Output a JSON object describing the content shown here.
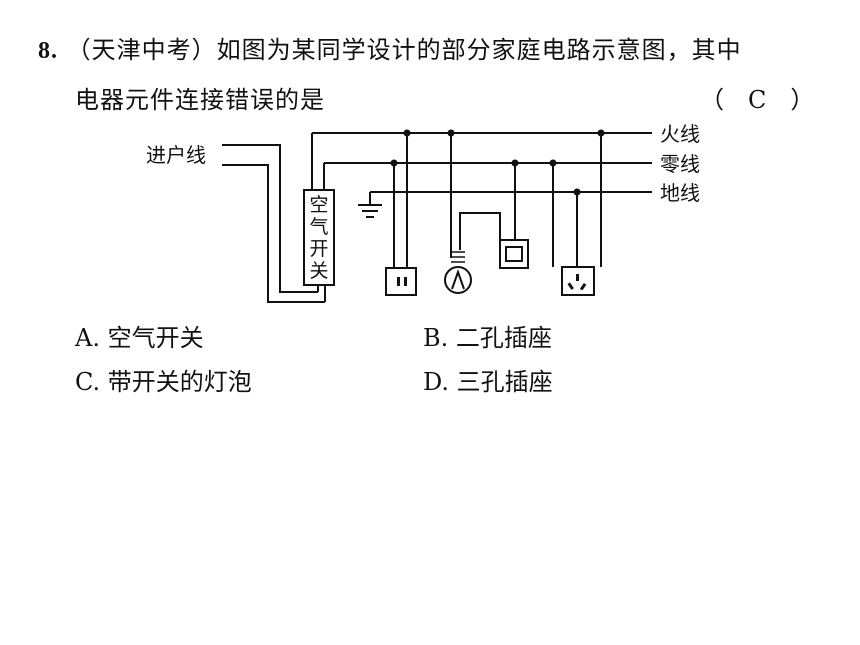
{
  "question": {
    "number": "8.",
    "line1": "（天津中考）如图为某同学设计的部分家庭电路示意图，其中",
    "line2": "电器元件连接错误的是",
    "answer": "（　C　）"
  },
  "diagram": {
    "incoming_label": "进户线",
    "live_label": "火线",
    "neutral_label": "零线",
    "ground_label": "地线",
    "breaker_label": [
      "空",
      "气",
      "开",
      "关"
    ]
  },
  "options": [
    {
      "letter": "A.",
      "text": "空气开关"
    },
    {
      "letter": "B.",
      "text": "二孔插座"
    },
    {
      "letter": "C.",
      "text": "带开关的灯泡"
    },
    {
      "letter": "D.",
      "text": "三孔插座"
    }
  ]
}
